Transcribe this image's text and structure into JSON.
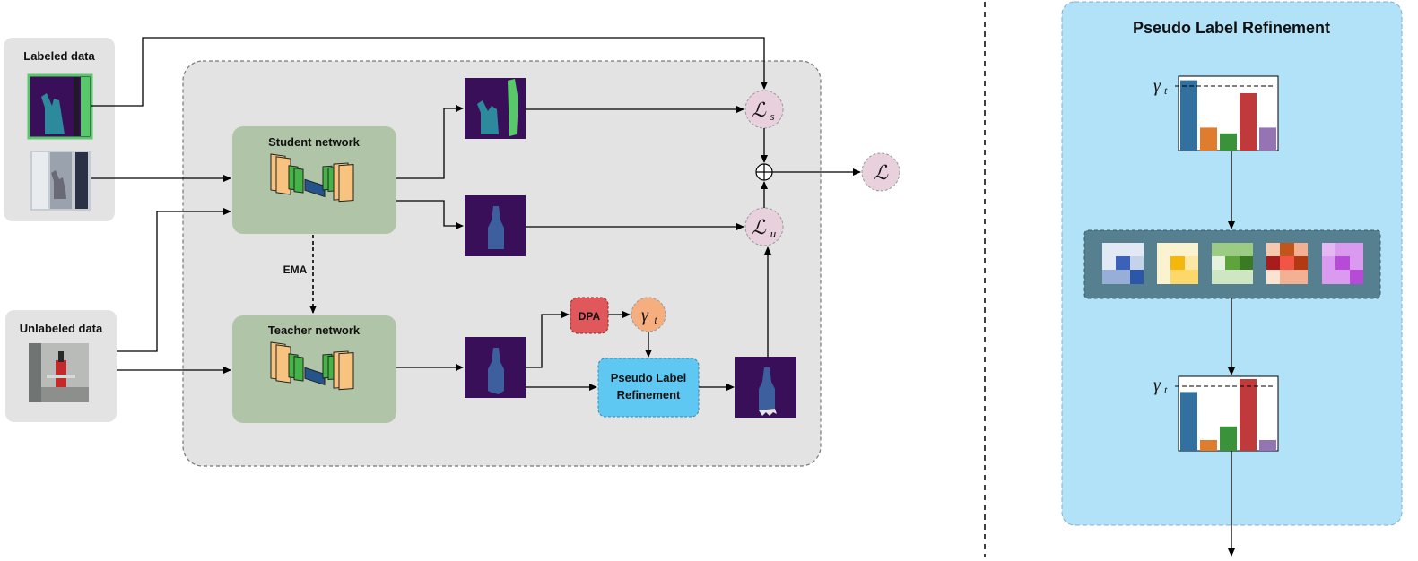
{
  "labels": {
    "labeled_data": "Labeled data",
    "unlabeled_data": "Unlabeled data",
    "student_network": "Student network",
    "teacher_network": "Teacher network",
    "ema": "EMA",
    "dpa": "DPA",
    "plr_line1": "Pseudo Label",
    "plr_line2": "Refinement",
    "panel_title": "Pseudo Label Refinement"
  },
  "math": {
    "loss_s": "ℒ",
    "loss_s_sub": "s",
    "loss_u": "ℒ",
    "loss_u_sub": "u",
    "loss_total": "ℒ",
    "oplus": "⊕",
    "gamma": "γ",
    "gamma_sub": "t"
  },
  "histograms": {
    "before": [
      0.98,
      0.32,
      0.24,
      0.8,
      0.32
    ],
    "after": [
      0.82,
      0.15,
      0.34,
      1.0,
      0.15
    ],
    "threshold": 0.9
  },
  "colors": {
    "bar_blue": "#31709f",
    "bar_orange": "#e07c2e",
    "bar_green": "#3a923a",
    "bar_red": "#c0393b",
    "bar_purple": "#9474b2",
    "panel_bg": "#b2e2f7",
    "network_box": "#b0c4a8",
    "dpa": "#e0585c",
    "gamma_circle": "#f7ae7e",
    "loss_circle": "#e8d0dc",
    "plr_box": "#5ec8f2",
    "dashed_bg": "#e3e3e3",
    "mask_bg": "#3a0f5a"
  }
}
